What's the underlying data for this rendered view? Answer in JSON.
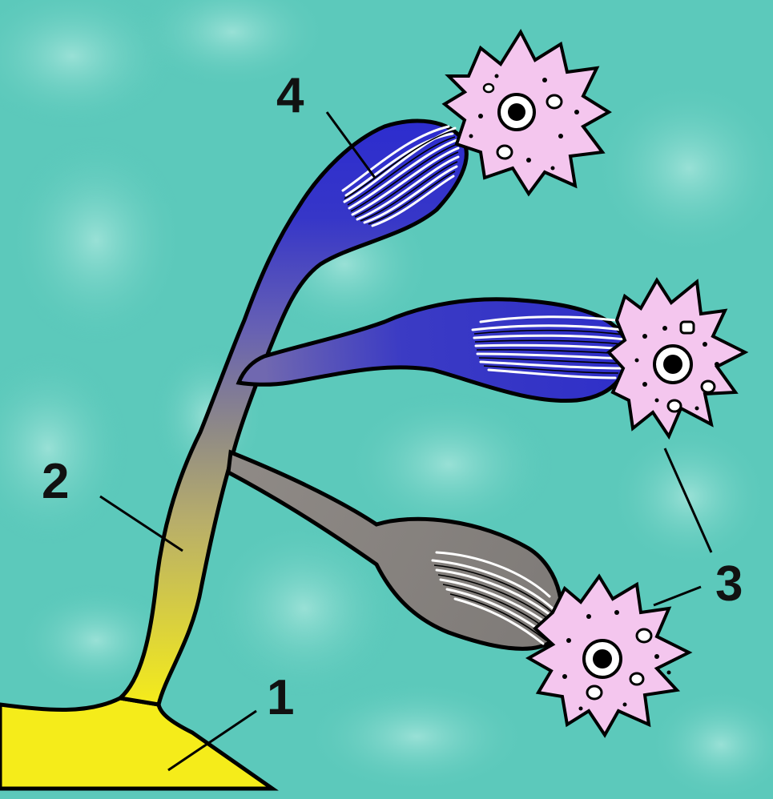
{
  "labels": {
    "l1": "1",
    "l2": "2",
    "l3": "3",
    "l4": "4"
  },
  "colors": {
    "background": "#5cc9bb",
    "background_light": "#a8e6dc",
    "fiber_yellow": "#f5ec1a",
    "fiber_gray": "#8f8a86",
    "fiber_blue": "#3636c8",
    "cell_fill": "#f4c6ee",
    "outline": "#000000"
  }
}
